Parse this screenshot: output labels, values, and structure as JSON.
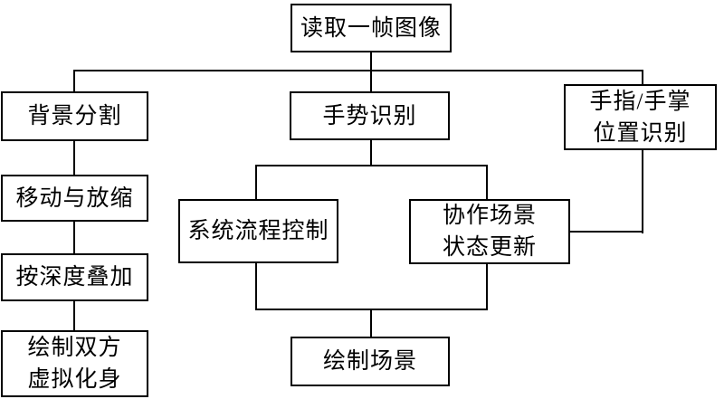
{
  "diagram": {
    "type": "flowchart",
    "background_color": "#ffffff",
    "line_color": "#000000",
    "text_color": "#000000",
    "nodes": {
      "read_frame": {
        "label": "读取一帧图像"
      },
      "bg_seg": {
        "label": "背景分割"
      },
      "gesture": {
        "label": "手势识别"
      },
      "finger_palm": {
        "label": "手指/手掌\n位置识别"
      },
      "move_zoom": {
        "label": "移动与放缩"
      },
      "depth_overlay": {
        "label": "按深度叠加"
      },
      "sys_control": {
        "label": "系统流程控制"
      },
      "collab_update": {
        "label": "协作场景\n状态更新"
      },
      "draw_avatar": {
        "label": "绘制双方\n虚拟化身"
      },
      "draw_scene": {
        "label": "绘制场景"
      }
    },
    "edges": [
      {
        "from": "读取一帧图像",
        "to": "背景分割"
      },
      {
        "from": "读取一帧图像",
        "to": "手势识别"
      },
      {
        "from": "读取一帧图像",
        "to": "手指/手掌位置识别"
      },
      {
        "from": "背景分割",
        "to": "移动与放缩"
      },
      {
        "from": "移动与放缩",
        "to": "按深度叠加"
      },
      {
        "from": "按深度叠加",
        "to": "绘制双方虚拟化身"
      },
      {
        "from": "手势识别",
        "to": "系统流程控制"
      },
      {
        "from": "手势识别",
        "to": "协作场景状态更新"
      },
      {
        "from": "手指/手掌位置识别",
        "to": "协作场景状态更新"
      },
      {
        "from": "系统流程控制",
        "to": "绘制场景"
      },
      {
        "from": "协作场景状态更新",
        "to": "绘制场景"
      }
    ]
  }
}
